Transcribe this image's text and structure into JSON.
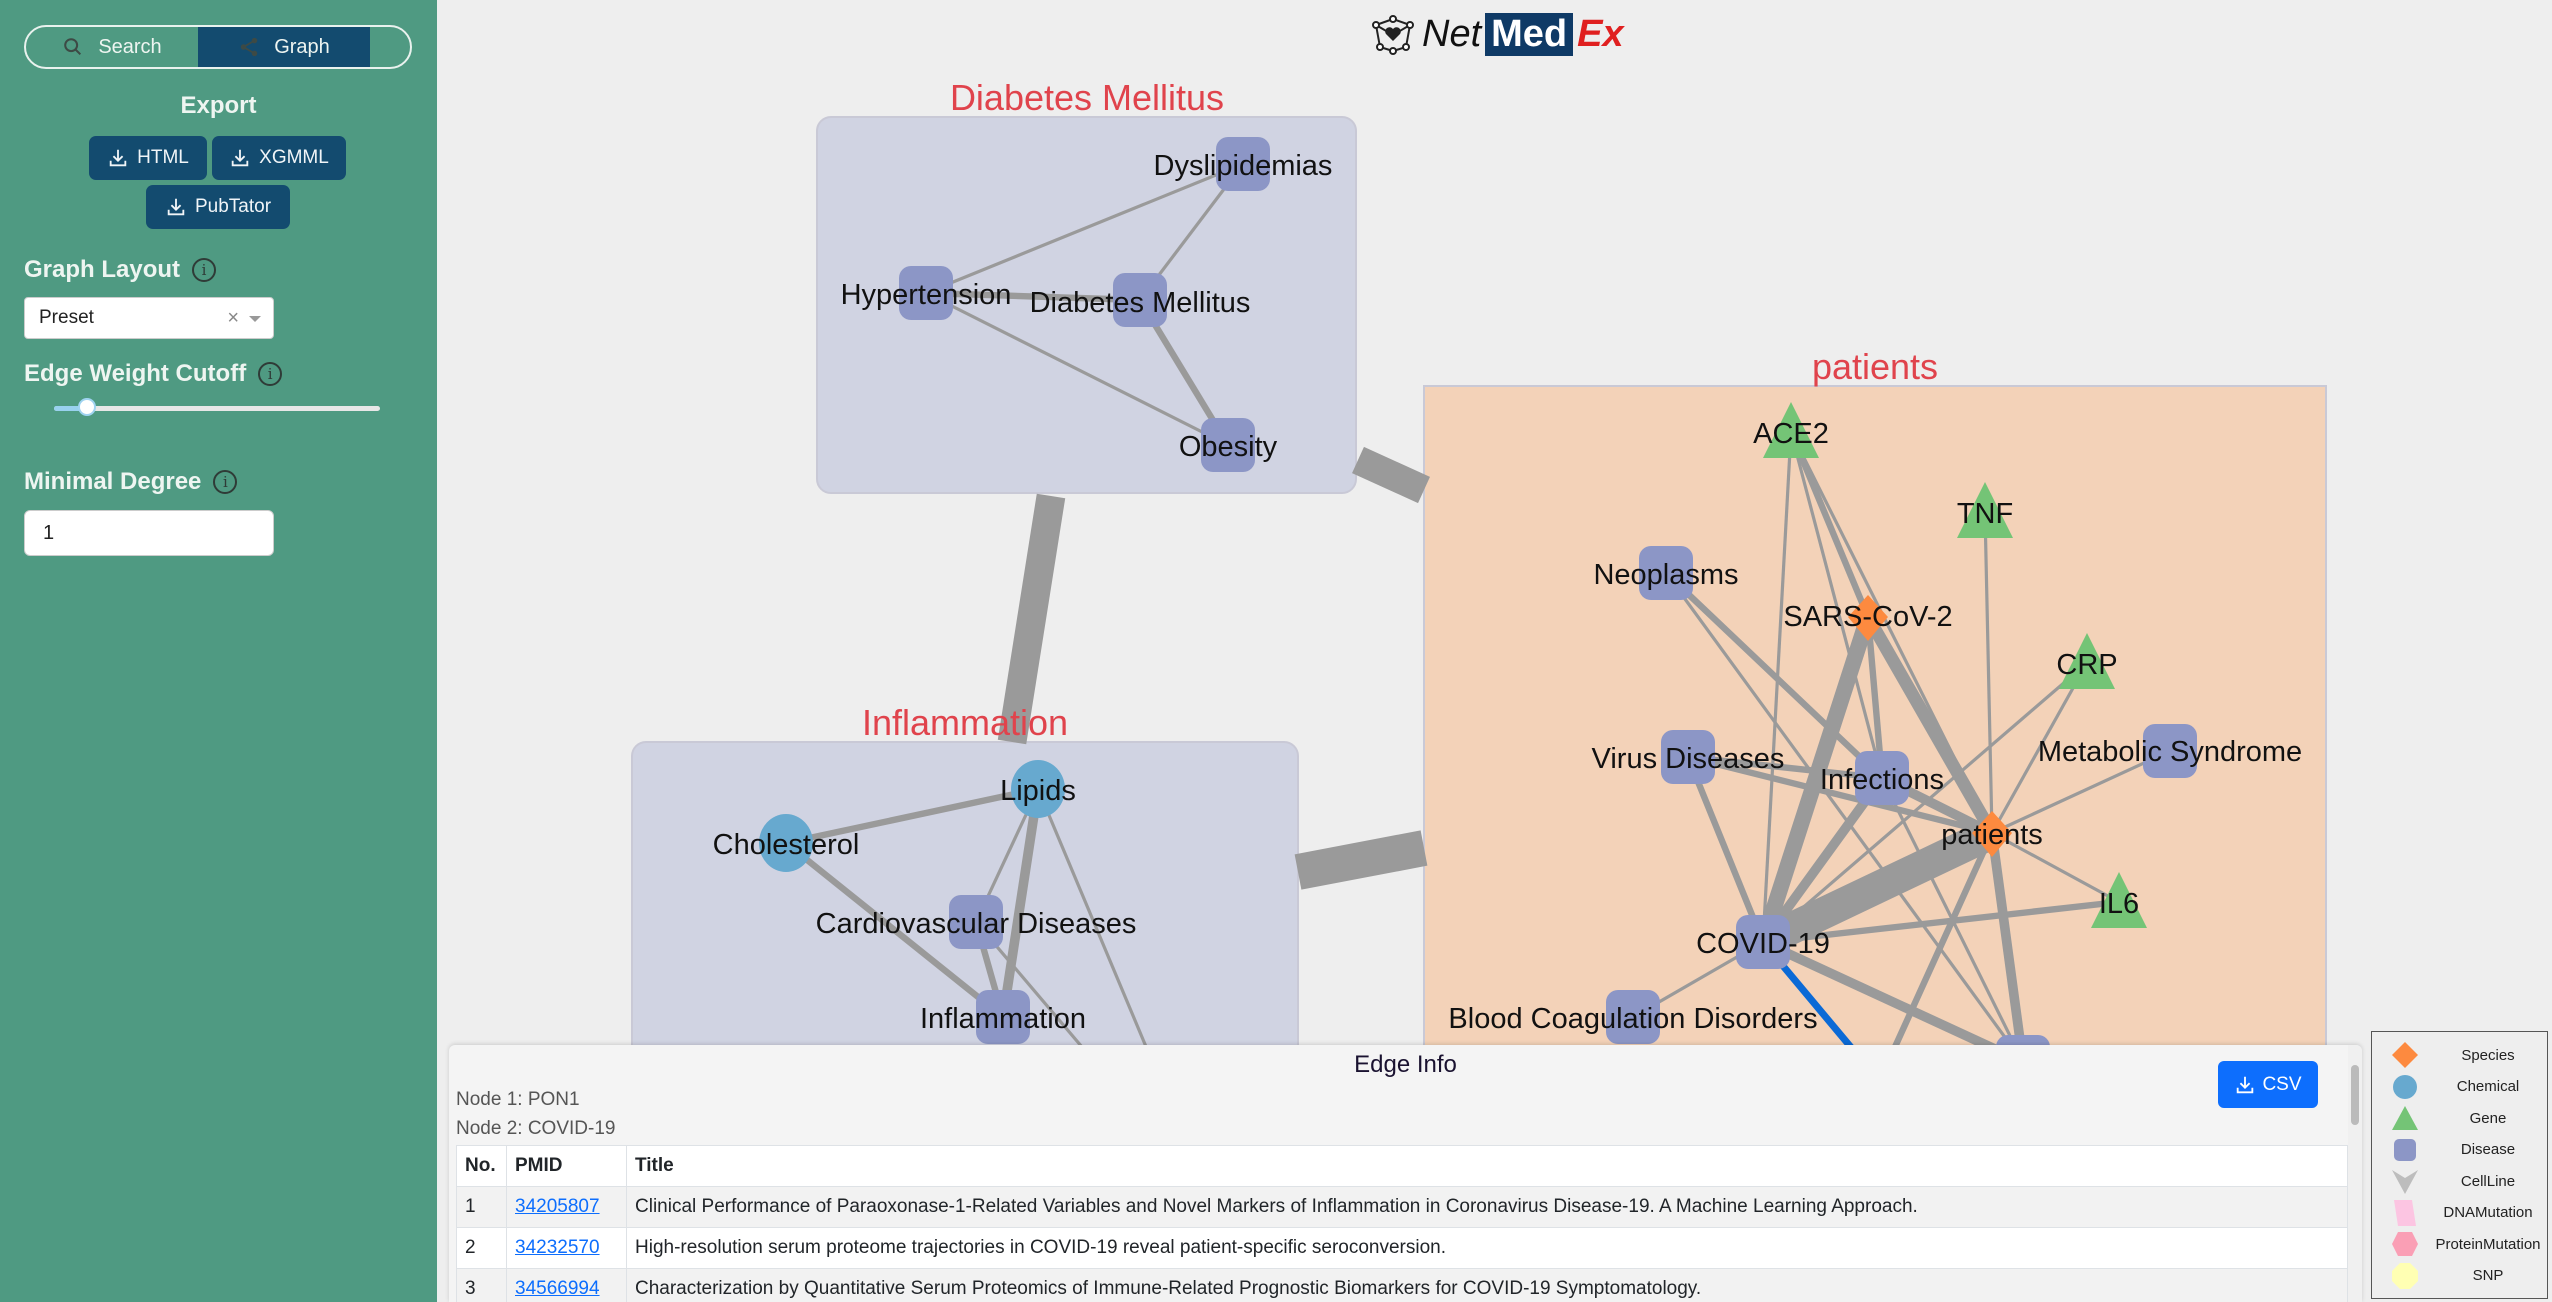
{
  "sidebar": {
    "tabs": [
      {
        "label": "Search",
        "icon": "search-icon",
        "active": false
      },
      {
        "label": "Graph",
        "icon": "share-icon",
        "active": true
      }
    ],
    "export": {
      "title": "Export",
      "buttons": [
        {
          "label": "HTML",
          "icon": "download-icon"
        },
        {
          "label": "XGMML",
          "icon": "download-icon"
        },
        {
          "label": "PubTator",
          "icon": "download-icon"
        }
      ]
    },
    "graph_layout": {
      "label": "Graph Layout",
      "value": "Preset"
    },
    "edge_weight_cutoff": {
      "label": "Edge Weight Cutoff",
      "value_fraction": 0.1
    },
    "minimal_degree": {
      "label": "Minimal Degree",
      "value": "1"
    }
  },
  "header": {
    "logo": {
      "part1": "Net",
      "part2": "Med",
      "part3": "Ex"
    }
  },
  "graph": {
    "groups": [
      {
        "id": "g-diabetes",
        "title": "Diabetes Mellitus"
      },
      {
        "id": "g-patients",
        "title": "patients"
      },
      {
        "id": "g-inflammation",
        "title": "Inflammation"
      }
    ],
    "nodes": [
      {
        "id": "dyslipidemias",
        "label": "Dyslipidemias",
        "type": "Disease",
        "group": "g-diabetes"
      },
      {
        "id": "hypertension",
        "label": "Hypertension",
        "type": "Disease",
        "group": "g-diabetes"
      },
      {
        "id": "diabetes",
        "label": "Diabetes Mellitus",
        "type": "Disease",
        "group": "g-diabetes"
      },
      {
        "id": "obesity",
        "label": "Obesity",
        "type": "Disease",
        "group": "g-diabetes"
      },
      {
        "id": "lipids",
        "label": "Lipids",
        "type": "Chemical",
        "group": "g-inflammation"
      },
      {
        "id": "cholesterol",
        "label": "Cholesterol",
        "type": "Chemical",
        "group": "g-inflammation"
      },
      {
        "id": "cvd",
        "label": "Cardiovascular Diseases",
        "type": "Disease",
        "group": "g-inflammation"
      },
      {
        "id": "inflammation",
        "label": "Inflammation",
        "type": "Disease",
        "group": "g-inflammation"
      },
      {
        "id": "ace2",
        "label": "ACE2",
        "type": "Gene",
        "group": "g-patients"
      },
      {
        "id": "tnf",
        "label": "TNF",
        "type": "Gene",
        "group": "g-patients"
      },
      {
        "id": "neoplasms",
        "label": "Neoplasms",
        "type": "Disease",
        "group": "g-patients"
      },
      {
        "id": "sars",
        "label": "SARS-CoV-2",
        "type": "Species",
        "group": "g-patients"
      },
      {
        "id": "crp",
        "label": "CRP",
        "type": "Gene",
        "group": "g-patients"
      },
      {
        "id": "virus",
        "label": "Virus Diseases",
        "type": "Disease",
        "group": "g-patients"
      },
      {
        "id": "infections",
        "label": "Infections",
        "type": "Disease",
        "group": "g-patients"
      },
      {
        "id": "metsyn",
        "label": "Metabolic Syndrome",
        "type": "Disease",
        "group": "g-patients"
      },
      {
        "id": "patients",
        "label": "patients",
        "type": "Species",
        "group": "g-patients"
      },
      {
        "id": "il6",
        "label": "IL6",
        "type": "Gene",
        "group": "g-patients"
      },
      {
        "id": "covid",
        "label": "COVID-19",
        "type": "Disease",
        "group": "g-patients"
      },
      {
        "id": "bcd",
        "label": "Blood Coagulation Disorders",
        "type": "Disease",
        "group": "g-patients"
      },
      {
        "id": "hidden1",
        "label": "",
        "type": "Disease",
        "group": "g-patients"
      }
    ],
    "edges": [
      {
        "s": "hypertension",
        "t": "dyslipidemias",
        "w": 1
      },
      {
        "s": "hypertension",
        "t": "diabetes",
        "w": 2
      },
      {
        "s": "hypertension",
        "t": "obesity",
        "w": 1
      },
      {
        "s": "diabetes",
        "t": "dyslipidemias",
        "w": 1
      },
      {
        "s": "diabetes",
        "t": "obesity",
        "w": 2
      },
      {
        "s": "cholesterol",
        "t": "lipids",
        "w": 2
      },
      {
        "s": "cholesterol",
        "t": "inflammation",
        "w": 2
      },
      {
        "s": "lipids",
        "t": "cvd",
        "w": 1
      },
      {
        "s": "lipids",
        "t": "inflammation",
        "w": 3
      },
      {
        "s": "lipids",
        "t": "x-lower1",
        "w": 1
      },
      {
        "s": "cvd",
        "t": "inflammation",
        "w": 2
      },
      {
        "s": "cvd",
        "t": "x-lower2",
        "w": 1
      },
      {
        "s": "ace2",
        "t": "sars",
        "w": 2
      },
      {
        "s": "ace2",
        "t": "covid",
        "w": 1
      },
      {
        "s": "ace2",
        "t": "patients",
        "w": 1
      },
      {
        "s": "ace2",
        "t": "infections",
        "w": 1
      },
      {
        "s": "tnf",
        "t": "patients",
        "w": 1
      },
      {
        "s": "neoplasms",
        "t": "infections",
        "w": 2
      },
      {
        "s": "neoplasms",
        "t": "hidden1",
        "w": 1
      },
      {
        "s": "sars",
        "t": "covid",
        "w": 5
      },
      {
        "s": "sars",
        "t": "patients",
        "w": 4
      },
      {
        "s": "sars",
        "t": "infections",
        "w": 2
      },
      {
        "s": "crp",
        "t": "patients",
        "w": 1
      },
      {
        "s": "crp",
        "t": "covid",
        "w": 1
      },
      {
        "s": "virus",
        "t": "infections",
        "w": 2
      },
      {
        "s": "virus",
        "t": "patients",
        "w": 2
      },
      {
        "s": "virus",
        "t": "covid",
        "w": 2
      },
      {
        "s": "infections",
        "t": "patients",
        "w": 3
      },
      {
        "s": "infections",
        "t": "covid",
        "w": 3
      },
      {
        "s": "infections",
        "t": "hidden1",
        "w": 1
      },
      {
        "s": "metsyn",
        "t": "patients",
        "w": 1
      },
      {
        "s": "patients",
        "t": "covid",
        "w": 10
      },
      {
        "s": "patients",
        "t": "il6",
        "w": 1
      },
      {
        "s": "patients",
        "t": "hidden1",
        "w": 3
      },
      {
        "s": "patients",
        "t": "x-lower3",
        "w": 2
      },
      {
        "s": "il6",
        "t": "covid",
        "w": 2
      },
      {
        "s": "covid",
        "t": "bcd",
        "w": 1
      },
      {
        "s": "covid",
        "t": "hidden1",
        "w": 3
      },
      {
        "s": "covid",
        "t": "x-pon1",
        "w": 2,
        "selected": true
      }
    ],
    "group_edges": [
      {
        "s": "g-diabetes",
        "t": "g-inflammation",
        "w": 8
      },
      {
        "s": "g-diabetes",
        "t": "g-patients",
        "w": 8
      },
      {
        "s": "g-inflammation",
        "t": "g-patients",
        "w": 10
      }
    ]
  },
  "edge_info": {
    "title": "Edge Info",
    "csv_label": "CSV",
    "node1": "Node 1: PON1",
    "node2": "Node 2: COVID-19",
    "columns": [
      "No.",
      "PMID",
      "Title"
    ],
    "rows": [
      {
        "no": "1",
        "pmid": "34205807",
        "title": "Clinical Performance of Paraoxonase-1-Related Variables and Novel Markers of Inflammation in Coronavirus Disease-19. A Machine Learning Approach."
      },
      {
        "no": "2",
        "pmid": "34232570",
        "title": "High-resolution serum proteome trajectories in COVID-19 reveal patient-specific seroconversion."
      },
      {
        "no": "3",
        "pmid": "34566994",
        "title": "Characterization by Quantitative Serum Proteomics of Immune-Related Prognostic Biomarkers for COVID-19 Symptomatology."
      }
    ]
  },
  "legend": [
    {
      "label": "Species",
      "shape": "diamond",
      "color": "#fd8a3f"
    },
    {
      "label": "Chemical",
      "shape": "circle",
      "color": "#67a9cf"
    },
    {
      "label": "Gene",
      "shape": "triangle",
      "color": "#74c476"
    },
    {
      "label": "Disease",
      "shape": "round-rect",
      "color": "#8c96c6"
    },
    {
      "label": "CellLine",
      "shape": "vee",
      "color": "#bdbdbd"
    },
    {
      "label": "DNAMutation",
      "shape": "parallelogram",
      "color": "#fcc5e2"
    },
    {
      "label": "ProteinMutation",
      "shape": "hexagon",
      "color": "#fa9fb5"
    },
    {
      "label": "SNP",
      "shape": "octagon",
      "color": "#ffffb3"
    }
  ],
  "colors": {
    "sidebar": "#4f9a82",
    "primary_dark": "#134b6f",
    "group_title": "#e0434c",
    "group_cluster_bg": "#d0d3e2",
    "group_patients_bg": "#f3d2b8",
    "edge": "#9a9a9a",
    "edge_selected": "#0b6ad6",
    "csv_button": "#0d6efd"
  }
}
